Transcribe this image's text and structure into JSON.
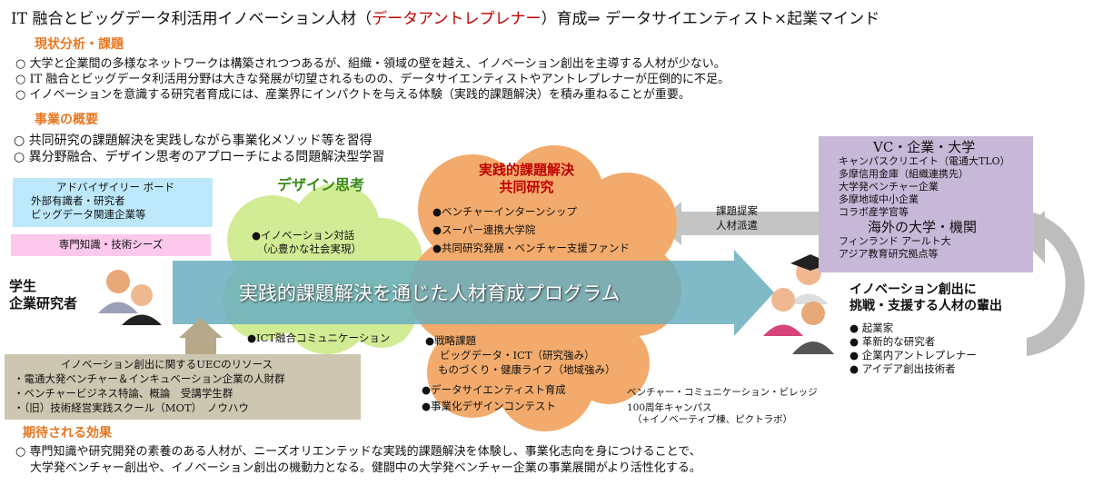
{
  "title": {
    "prefix": "IT 融合とビッグデータ利活用イノベーション人材（",
    "highlight": "データアントレプレナー",
    "suffix": "）育成⇒ データサイエンティスト×起業マインド"
  },
  "current": {
    "heading": "現状分析・課題",
    "items": [
      "○ 大学と企業間の多様なネットワークは構築されつつあるが、組織・領域の壁を越え、イノベーション創出を主導する人材が少ない。",
      "○  IT 融合とビッグデータ利活用分野は大きな発展が切望されるものの、データサイエンティストやアントレプレナーが圧倒的に不足。",
      "○ イノベーションを意識する研究者育成には、産業界にインパクトを与える体験（実践的課題解決）を積み重ねることが重要。"
    ]
  },
  "overview": {
    "heading": "事業の概要",
    "items": [
      "○ 共同研究の課題解決を実践しながら事業化メソッド等を習得",
      "○ 異分野融合、デザイン思考のアプローチによる問題解決型学習"
    ]
  },
  "advisory": {
    "title": "アドバイザイリー ボード",
    "lines": [
      "外部有識者・研究者",
      "ビッグデータ関連企業等"
    ]
  },
  "seeds": "専門知識・技術シーズ",
  "students": [
    "学生",
    "企業研究者"
  ],
  "design": {
    "title": "デザイン思考",
    "items": [
      "●イノベーション対話",
      "（心豊かな社会実現）"
    ],
    "ict": "●ICT融合コミュニケーション"
  },
  "joint": {
    "title": [
      "実践的課題解決",
      "共同研究"
    ],
    "items": [
      "●ベンチャーインターンシップ",
      "●スーパー連携大学院",
      "●共同研究発展・ベンチャー支援ファンド"
    ],
    "lower": [
      "●戦略課題",
      "ビッグデータ・ICT（研究強み）",
      "ものづくり・健康ライフ（地域強み）",
      "●データサイエンティスト育成",
      "●事業化デザインコンテスト"
    ]
  },
  "program": "実践的課題解決を通じた人材育成プログラム",
  "uec": {
    "title": "イノベーション創出に関するUECのリソース",
    "items": [
      "・電通大発ベンチャー＆インキュベーション企業の人財群",
      "・ベンチャービジネス特論、概論　受講学生群",
      "・（旧）技術経営実践スクール（MOT）　ノウハウ"
    ]
  },
  "proposal": [
    "課題提案",
    "人材派遣"
  ],
  "partners": {
    "title1": "VC・企業・大学",
    "list1": [
      "キャンパスクリエイト（電通大TLO）",
      "多摩信用金庫（組織連携先）",
      "大学発ベンチャー企業",
      "多摩地域中小企業",
      "コラボ産学官等"
    ],
    "title2": "海外の大学・機関",
    "list2": [
      "フィンランド アールト大",
      "アジア教育研究拠点等"
    ]
  },
  "outcome": {
    "title": [
      "イノベーション創出に",
      "挑戦・支援する人材の輩出"
    ],
    "items": [
      "● 起業家",
      "● 革新的な研究者",
      "● 企業内アントレプレナー",
      "● アイデア創出技術者"
    ]
  },
  "village": [
    "ベンチャー・コミュニケーション・ビレッジ",
    "100周年キャンパス",
    "（+イノベーティブ棟、ピクトラボ）"
  ],
  "effects": {
    "heading": "期待される効果",
    "lines": [
      "○ 専門知識や研究開発の素養のある人材が、ニーズオリエンテッドな実践的課題解決を体験し、事業化志向を身につけることで、",
      "大学発ベンチャー創出や、イノベーション創出の機動力となる。健闘中の大学発ベンチャー企業の事業展開がより活性化する。"
    ]
  }
}
